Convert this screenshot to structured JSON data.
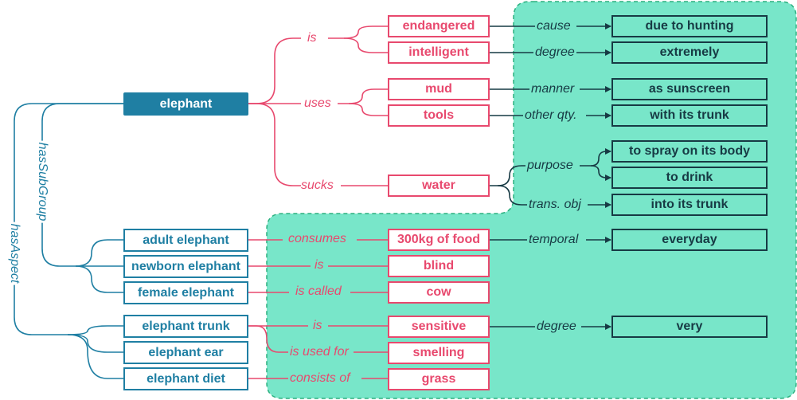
{
  "colors": {
    "blue": "#1f7fa3",
    "pink": "#e8496e",
    "dark": "#173a44",
    "region": "#78e6c9",
    "region_border": "#2bb07f"
  },
  "root": {
    "label": "elephant"
  },
  "side_labels": {
    "hasSubGroup": "hasSubGroup",
    "hasAspect": "hasAspect"
  },
  "concepts": {
    "adult": "adult elephant",
    "newborn": "newborn elephant",
    "female": "female elephant",
    "trunk": "elephant trunk",
    "ear": "elephant ear",
    "diet": "elephant diet"
  },
  "relations": {
    "is": "is",
    "uses": "uses",
    "sucks": "sucks",
    "consumes": "consumes",
    "is2": "is",
    "is_called": "is called",
    "is3": "is",
    "is_used_for": "is used for",
    "consists_of": "consists of"
  },
  "values": {
    "endangered": "endangered",
    "intelligent": "intelligent",
    "mud": "mud",
    "tools": "tools",
    "water": "water",
    "food": "300kg of food",
    "blind": "blind",
    "cow": "cow",
    "sensitive": "sensitive",
    "smelling": "smelling",
    "grass": "grass"
  },
  "modifiers": {
    "cause": "cause",
    "degree": "degree",
    "manner": "manner",
    "other_qty": "other qty.",
    "purpose": "purpose",
    "trans_obj": "trans. obj",
    "temporal": "temporal",
    "degree2": "degree"
  },
  "qualifiers": {
    "hunting": "due to hunting",
    "extremely": "extremely",
    "sunscreen": "as sunscreen",
    "trunk": "with its trunk",
    "spray": "to spray on its body",
    "drink": "to drink",
    "into_trunk": "into its trunk",
    "everyday": "everyday",
    "very": "very"
  }
}
